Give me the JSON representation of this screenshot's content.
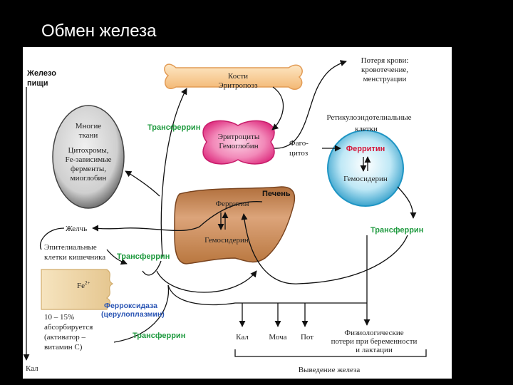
{
  "slide_title": "Обмен железа",
  "labels": {
    "food_iron_1": "Железо",
    "food_iron_2": "пищи",
    "many_tissues_1": "Многие",
    "many_tissues_2": "ткани",
    "many_tissues_3": "Цитохромы,",
    "many_tissues_4": "Fe-зависимые",
    "many_tissues_5": "ферменты,",
    "many_tissues_6": "миоглобин",
    "bones_1": "Кости",
    "bones_2": "Эритропоэз",
    "transferrin_1": "Трансферрин",
    "erythro_1": "Эритроциты",
    "erythro_2": "Гемоглобин",
    "blood_loss_1": "Потеря крови:",
    "blood_loss_2": "кровотечение,",
    "blood_loss_3": "менструации",
    "res_1": "Ретикулоэндотелиальные",
    "res_2": "клетки",
    "phago_1": "Фаго-",
    "phago_2": "цитоз",
    "res_ferritin": "Ферритин",
    "res_hemosiderin": "Гемосидерин",
    "liver": "Печень",
    "liver_ferritin": "Ферритин",
    "liver_hemosiderin": "Гемосидерин",
    "transferrin_res": "Трансферрин",
    "bile": "Желчь",
    "epith_1": "Эпителиальные",
    "epith_2": "клетки кишечника",
    "transferrin_2": "Трансферрин",
    "fe": "Fe",
    "fe_sup": "2+",
    "ferroxidase_1": "Ферроксидаза",
    "ferroxidase_2": "(церулоплазмин)",
    "absorb_1": "10 – 15%",
    "absorb_2": "абсорбируется",
    "absorb_3": "(активатор –",
    "absorb_4": "витамин С)",
    "transferrin_3": "Трансферрин",
    "feces_bottom": "Кал",
    "out_feces": "Кал",
    "out_urine": "Моча",
    "out_sweat": "Пот",
    "physio_1": "Физиологические",
    "physio_2": "потери при беременности",
    "physio_3": "и лактации",
    "excretion": "Выведение железа"
  },
  "colors": {
    "bone": "#f7d19a",
    "bone_border": "#e6a35c",
    "tissues": "#d6d6d6",
    "erythro": "#ee4f94",
    "res": "#29a2cf",
    "liver": "#c98a55",
    "epith": "#ecd4a5",
    "transferrin_text": "#1f9a3f",
    "ferritin_text": "#d5173a",
    "ferroxidase_text": "#2a55b4"
  }
}
